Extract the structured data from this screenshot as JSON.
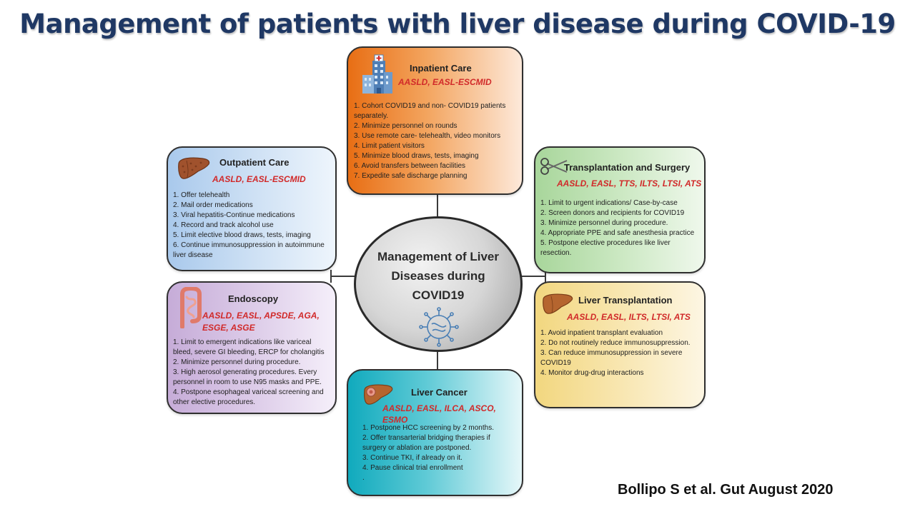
{
  "title": "Management of patients with liver disease during COVID-19",
  "citation": "Bollipo S et al. Gut August 2020",
  "center": {
    "lines": [
      "Management of Liver",
      "Diseases during",
      "COVID19"
    ]
  },
  "boxes": {
    "inpatient": {
      "title": "Inpatient Care",
      "orgs": "AASLD, EASL-ESCMID",
      "items": [
        "1. Cohort COVID19 and non- COVID19 patients",
        "separately.",
        "2. Minimize personnel on rounds",
        "3. Use remote care- telehealth, video monitors",
        "4. Limit patient visitors",
        "5. Minimize blood draws, tests, imaging",
        "6. Avoid transfers between facilities",
        "7. Expedite safe discharge planning"
      ]
    },
    "outpatient": {
      "title": "Outpatient Care",
      "orgs": "AASLD, EASL-ESCMID",
      "items": [
        "1. Offer telehealth",
        "2. Mail order medications",
        "3. Viral hepatitis-Continue medications",
        "4. Record and track alcohol use",
        "5. Limit elective blood draws, tests, imaging",
        "6. Continue immunosuppression in autoimmune",
        "liver disease"
      ]
    },
    "transplant_surgery": {
      "title": "Transplantation and Surgery",
      "orgs": "AASLD, EASL, TTS, ILTS, LTSI, ATS",
      "items": [
        "1. Limit to urgent indications/ Case-by-case",
        "2. Screen donors and recipients for COVID19",
        "3. Minimize personnel during procedure.",
        "4. Appropriate PPE and safe anesthesia practice",
        "5. Postpone elective procedures like liver",
        "resection."
      ]
    },
    "endoscopy": {
      "title": "Endoscopy",
      "orgs_lines": [
        "AASLD, EASL, APSDE, AGA,",
        "ESGE, ASGE"
      ],
      "items": [
        "1. Limit to emergent indications like variceal",
        "bleed, severe GI bleeding, ERCP for cholangitis",
        "2. Minimize personnel during procedure.",
        "3. High aerosol generating procedures. Every",
        "personnel in room to use N95 masks and PPE.",
        "4. Postpone esophageal variceal screening and",
        "other elective procedures."
      ]
    },
    "liver_transplant": {
      "title": "Liver Transplantation",
      "orgs": "AASLD, EASL, ILTS, LTSI, ATS",
      "items": [
        "1. Avoid inpatient transplant evaluation",
        "2. Do not routinely reduce immunosuppression.",
        "3. Can reduce immunosuppression in severe",
        "COVID19",
        "4. Monitor drug-drug interactions"
      ]
    },
    "liver_cancer": {
      "title": "Liver Cancer",
      "orgs": "AASLD, EASL, ILCA, ASCO, ESMO",
      "items": [
        "1. Postpone HCC screening by 2 months.",
        "2. Offer transarterial bridging therapies if",
        "surgery or ablation are postponed.",
        "3. Continue TKI, if already on it.",
        "4. Pause clinical trial enrollment",
        "."
      ]
    }
  },
  "colors": {
    "title": "#1f3864",
    "orgs": "#d12a2a",
    "inpatient": "#e8721c",
    "outpatient": "#b9d4ef",
    "transplant_surgery": "#bfe0b5",
    "endoscopy": "#d2bde0",
    "liver_transplant": "#f4dd90",
    "liver_cancer": "#27b4c4"
  },
  "icons": [
    "hospital-icon",
    "liver-icon",
    "scissors-icon",
    "intestine-icon",
    "liver-icon",
    "liver-tumor-icon",
    "virus-icon"
  ]
}
